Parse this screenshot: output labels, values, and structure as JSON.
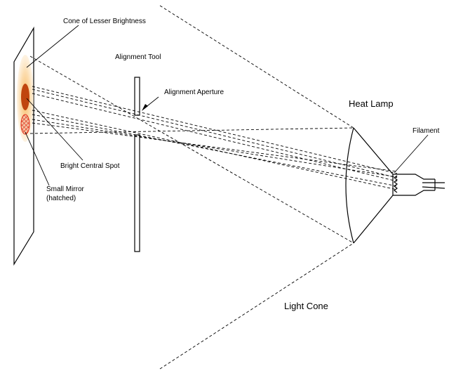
{
  "labels": {
    "cone_of_lesser_brightness": "Cone of Lesser Brightness",
    "alignment_tool": "Alignment Tool",
    "alignment_aperture": "Alignment Aperture",
    "heat_lamp": "Heat Lamp",
    "filament": "Filament",
    "bright_central_spot": "Bright Central Spot",
    "small_mirror_line1": "Small Mirror",
    "small_mirror_line2": "(hatched)",
    "light_cone": "Light Cone"
  },
  "colors": {
    "cone_glow": "#fbd49a",
    "central_spot": "#c0450e",
    "mirror_hatch": "#e0301a"
  }
}
